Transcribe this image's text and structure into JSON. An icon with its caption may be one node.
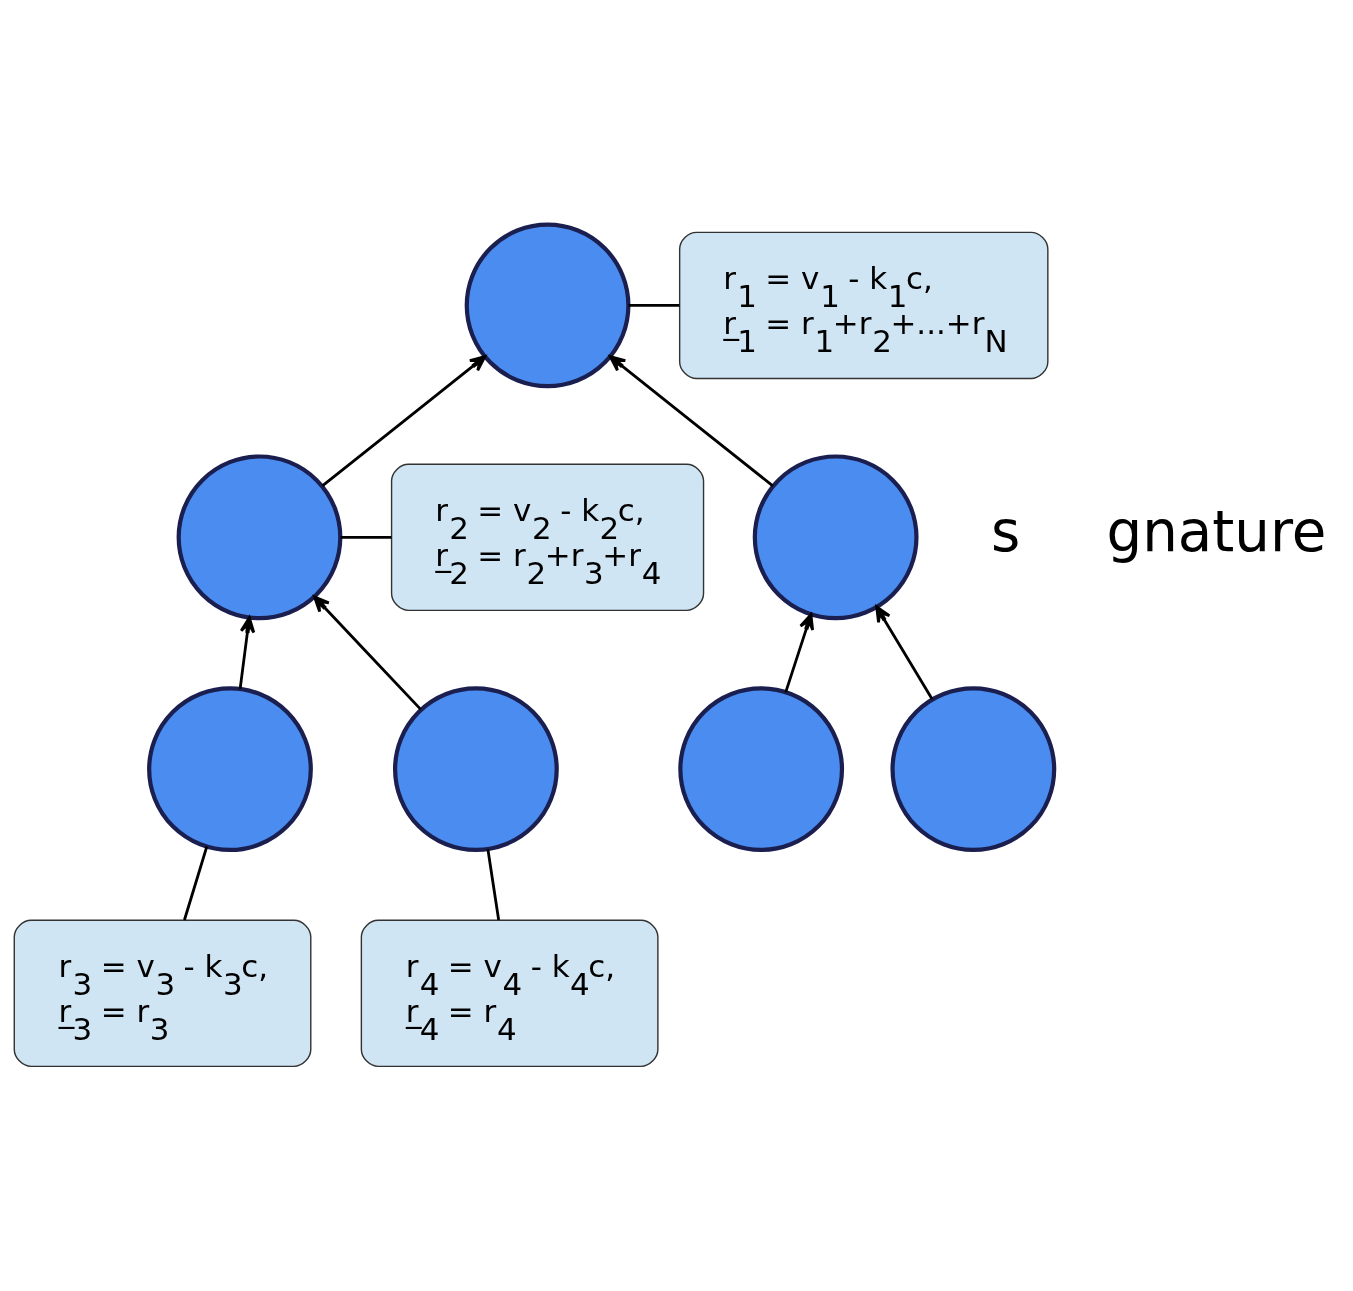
{
  "diagram": {
    "nodes": [
      {
        "text": [],
        "shape": "circle"
      },
      {
        "text": [],
        "shape": "circle"
      },
      {
        "text": [],
        "shape": "circle"
      },
      {
        "text": [],
        "shape": "circle"
      },
      {
        "text": [],
        "shape": "circle"
      },
      {
        "text": [],
        "shape": "circle"
      },
      {
        "text": [],
        "shape": "circle"
      },
      {
        "text": [
          "r$_{1}$ = v$_{1}$ - k$_{1}$c,",
          "r̲$_{1}$ = r$_{1}$+r$_{2}$+...+r$_{N}$"
        ]
      },
      {
        "text": [
          "r$_{2}$ = v$_{2}$ - k$_{2}$c,",
          "r̲$_{2}$ = r$_{2}$+r$_{3}$+r$_{4}$"
        ]
      },
      {
        "text": [
          "r$_{3}$ = v$_{3}$ - k$_{3}$c,",
          "r̲$_{3}$ = r$_{3}$"
        ]
      },
      {
        "text": [
          "r$_{4}$ = v$_{4}$ - k$_{4}$c,",
          "r̲$_{4}$ = r$_{4}$"
        ]
      }
    ],
    "edges": [
      {
        "from": 1,
        "to": 0,
        "arrow": "to"
      },
      {
        "from": 2,
        "to": 0,
        "arrow": "to"
      },
      {
        "from": 3,
        "to": 1,
        "arrow": "to"
      },
      {
        "from": 4,
        "to": 1,
        "arrow": "to"
      },
      {
        "from": 5,
        "to": 2,
        "arrow": "to"
      },
      {
        "from": 6,
        "to": 2,
        "arrow": "to"
      },
      {
        "from": 7,
        "to": 0,
        "arrow": "none"
      },
      {
        "from": 8,
        "to": 1,
        "arrow": "none"
      },
      {
        "from": 9,
        "to": 3,
        "arrow": "none"
      },
      {
        "from": 10,
        "to": 4,
        "arrow": "none"
      }
    ],
    "labels": [
      "s",
      "gnature"
    ]
  }
}
